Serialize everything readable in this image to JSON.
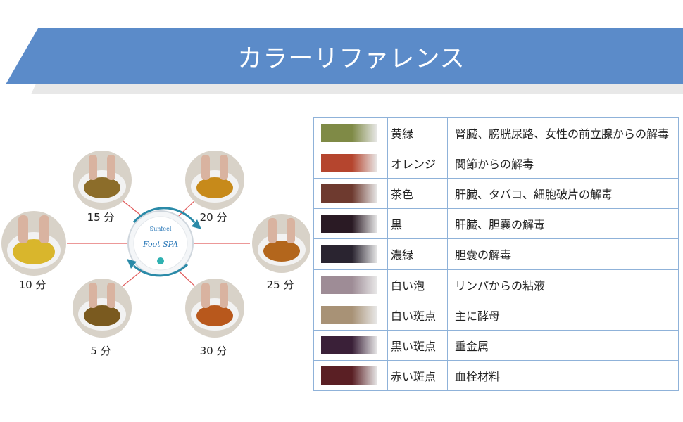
{
  "header": {
    "title": "カラーリファレンス"
  },
  "diagram": {
    "device": {
      "brand": "Sunfeel",
      "label": "Foot SPA"
    },
    "times": [
      {
        "label": "10 分",
        "water": "#d9b62c"
      },
      {
        "label": "15 分",
        "water": "#8c6d2a"
      },
      {
        "label": "20 分",
        "water": "#c78a1a"
      },
      {
        "label": "25 分",
        "water": "#b3661c"
      },
      {
        "label": "5 分",
        "water": "#7a5a1f"
      },
      {
        "label": "30 分",
        "water": "#b8581c"
      }
    ]
  },
  "reference_table": {
    "rows": [
      {
        "color_name": "黄緑",
        "description": "腎臓、膀胱尿路、女性の前立腺からの解毒",
        "swatch_color": "#7f8a46"
      },
      {
        "color_name": "オレンジ",
        "description": "関節からの解毒",
        "swatch_color": "#b5452e"
      },
      {
        "color_name": "茶色",
        "description": "肝臓、タバコ、細胞破片の解毒",
        "swatch_color": "#6e3a2f"
      },
      {
        "color_name": "黒",
        "description": "肝臓、胆嚢の解毒",
        "swatch_color": "#2a1a24"
      },
      {
        "color_name": "濃緑",
        "description": "胆嚢の解毒",
        "swatch_color": "#2a2430"
      },
      {
        "color_name": "白い泡",
        "description": "リンパからの粘液",
        "swatch_color": "#9e8c96"
      },
      {
        "color_name": "白い斑点",
        "description": "主に酵母",
        "swatch_color": "#a89276"
      },
      {
        "color_name": "黒い斑点",
        "description": "重金属",
        "swatch_color": "#3a2038"
      },
      {
        "color_name": "赤い斑点",
        "description": "血栓材料",
        "swatch_color": "#5a1f24"
      }
    ]
  }
}
